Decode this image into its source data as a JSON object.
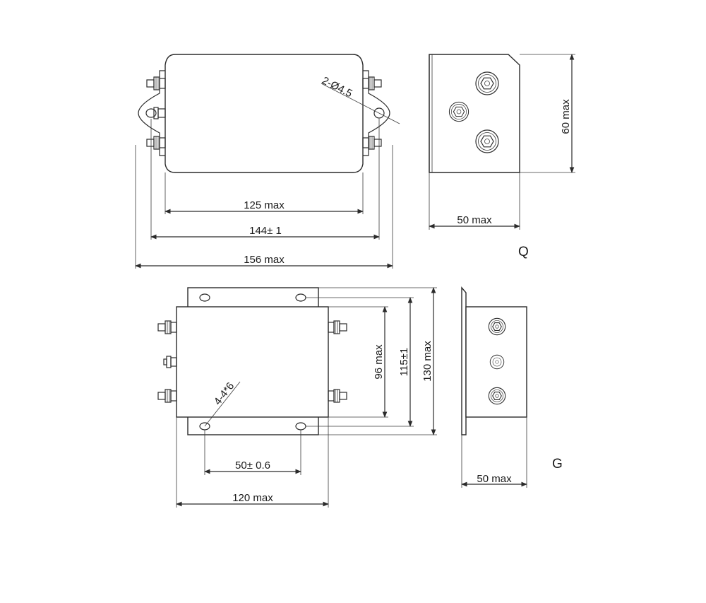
{
  "diagram": {
    "view_q": {
      "letter": "Q",
      "dims": {
        "width_125": "125 max",
        "width_144": "144± 1",
        "width_156": "156 max",
        "height_60": "60 max",
        "depth_50": "50 max",
        "hole_callout": "2-Ø4.5"
      }
    },
    "view_g": {
      "letter": "G",
      "dims": {
        "width_120": "120 max",
        "pitch_50": "50± 0.6",
        "height_96": "96 max",
        "height_115": "115±1",
        "height_130": "130 max",
        "depth_50": "50 max",
        "hole_callout": "4-4*6"
      }
    }
  }
}
